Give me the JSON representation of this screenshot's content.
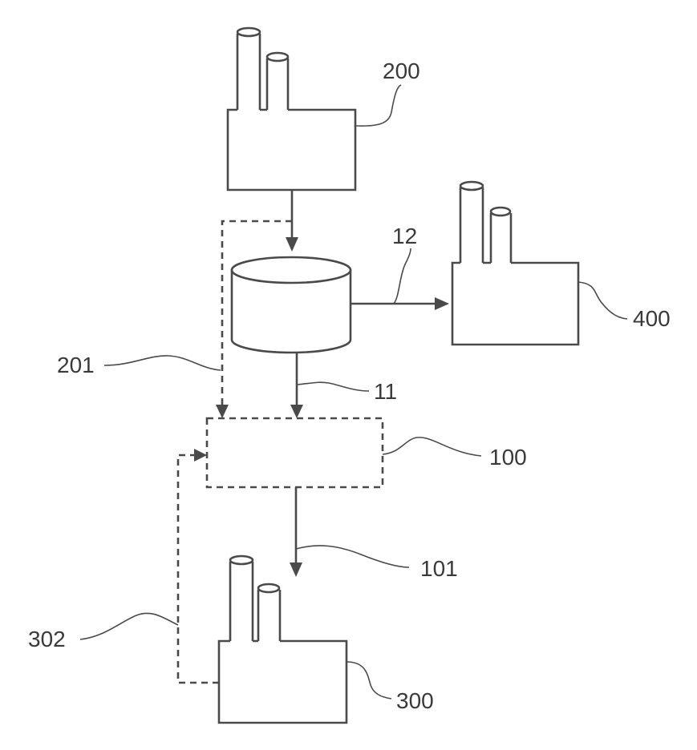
{
  "labels": {
    "factory_top": "200",
    "factory_right": "400",
    "factory_bottom": "300",
    "process_box": "100",
    "flow_tank_to_box": "11",
    "flow_tank_to_right": "12",
    "flow_box_to_bottom": "101",
    "dashed_top_feed": "201",
    "dashed_bottom_feed": "302"
  }
}
